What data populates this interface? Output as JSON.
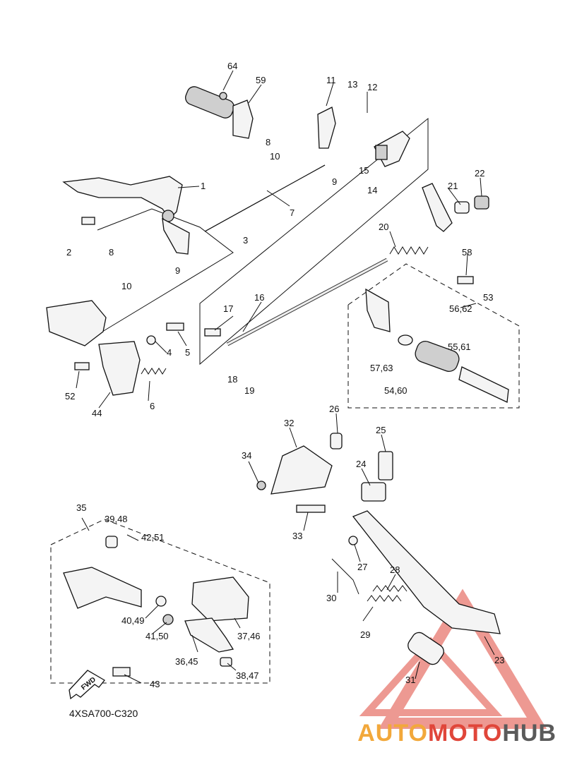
{
  "drawing_code": "4XSA700-C320",
  "fwd_label": "FWD",
  "watermark": {
    "part1": "AUTO",
    "part2": "MOTO",
    "part3": "HUB"
  },
  "callouts": [
    "1",
    "2",
    "3",
    "4",
    "5",
    "6",
    "7",
    "8",
    "8",
    "9",
    "9",
    "10",
    "10",
    "11",
    "12",
    "13",
    "14",
    "15",
    "16",
    "17",
    "18",
    "19",
    "20",
    "21",
    "22",
    "23",
    "24",
    "25",
    "26",
    "27",
    "28",
    "29",
    "30",
    "31",
    "32",
    "33",
    "34",
    "35",
    "36,45",
    "37,46",
    "38,47",
    "39,48",
    "40,49",
    "41,50",
    "42,51",
    "43",
    "44",
    "52",
    "53",
    "54,60",
    "55,61",
    "56,62",
    "57,63",
    "58",
    "59",
    "64"
  ],
  "colors": {
    "line": "#111111",
    "watermark_red": "#e0463a",
    "watermark_orange": "#f2a83b",
    "watermark_gray": "#5a5a5a"
  }
}
